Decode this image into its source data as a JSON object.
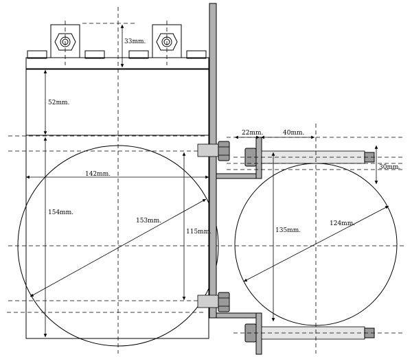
{
  "dimensions": {
    "top_height": "33mm.",
    "upper_gap": "52mm.",
    "left_width": "142mm.",
    "left_height": "154mm.",
    "left_diagonal": "153mm.",
    "left_inner": "115mm.",
    "bracket_offset": "22mm.",
    "bolt_length": "40mm.",
    "bolt_spacing": "30mm.",
    "right_height": "135mm.",
    "right_diagonal": "124mm."
  },
  "colors": {
    "line": "#000000",
    "plate": "#b0b0b0",
    "bolt_shaded": "#cfcfcf",
    "nut": "#9a9a9a"
  }
}
